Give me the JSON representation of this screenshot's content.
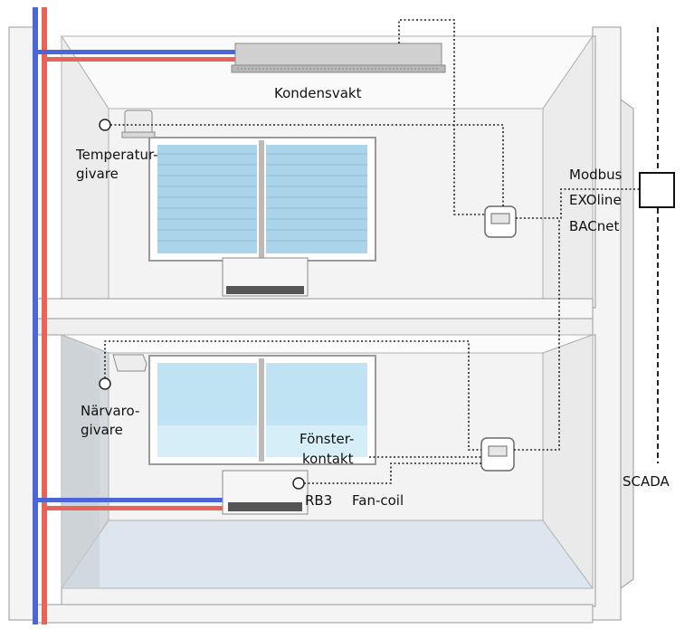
{
  "labels": {
    "kondensvakt": "Kondensvakt",
    "temperatur_line1": "Temperatur-",
    "temperatur_line2": "givare",
    "modbus": "Modbus",
    "exoline": "EXOline",
    "bacnet": "BACnet",
    "narvaro_line1": "Närvaro-",
    "narvaro_line2": "givare",
    "fonster_line1": "Fönster-",
    "fonster_line2": "kontakt",
    "rb3": "RB3",
    "fancoil": "Fan-coil",
    "scada": "SCADA"
  },
  "colors": {
    "supply_pipe": "#e8635a",
    "return_pipe": "#4a66d8",
    "wall": "#f2f2f2",
    "wall_edge": "#9a9a9a",
    "window_glass": "#a9d4ea",
    "floor": "#dde6ee"
  },
  "icons": {
    "room_controller": "room-controller-icon",
    "scada_box": "scada-box-icon",
    "sensor_marker": "sensor-circle-icon"
  }
}
